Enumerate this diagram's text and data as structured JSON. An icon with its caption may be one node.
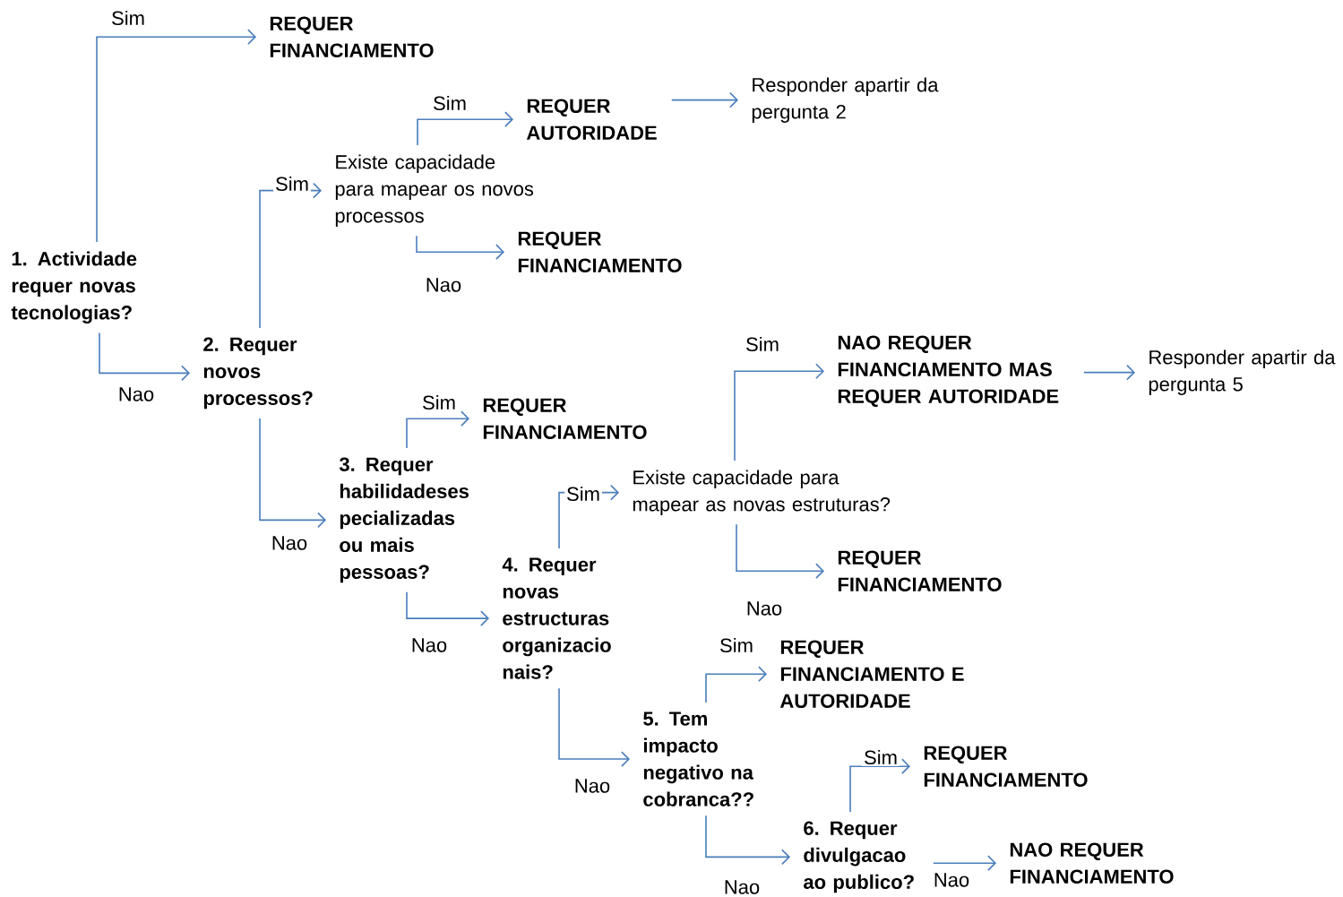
{
  "diagram": {
    "nodes": [
      {
        "text": [
          "1. Actividade requer novas tecnologias?"
        ]
      },
      {
        "text": [
          "REQUER FINANCIAMENTO"
        ]
      },
      {
        "text": [
          "2. Requer novos processos?"
        ]
      },
      {
        "text": [
          "Existe capacidade para mapear os novos processos"
        ]
      },
      {
        "text": [
          "REQUER AUTORIDADE"
        ]
      },
      {
        "text": [
          "Responder apartir da pergunta 2"
        ]
      },
      {
        "text": [
          "REQUER FINANCIAMENTO"
        ]
      },
      {
        "text": [
          "3. Requer habilidadeses pecializadas ou mais pessoas?"
        ]
      },
      {
        "text": [
          "REQUER FINANCIAMENTO"
        ]
      },
      {
        "text": [
          "4. Requer novas estructuras organizacio nais?"
        ]
      },
      {
        "text": [
          "Existe capacidade para mapear as novas estruturas?"
        ]
      },
      {
        "text": [
          "NAO REQUER FINANCIAMENTO MAS REQUER AUTORIDADE"
        ]
      },
      {
        "text": [
          "Responder apartir da pergunta 5"
        ]
      },
      {
        "text": [
          "REQUER FINANCIAMENTO"
        ]
      },
      {
        "text": [
          "5. Tem impacto negativo na cobranca??"
        ]
      },
      {
        "text": [
          "REQUER FINANCIAMENTO E AUTORIDADE"
        ]
      },
      {
        "text": [
          "6. Requer divulgacao ao publico?"
        ]
      },
      {
        "text": [
          "REQUER FINANCIAMENTO"
        ]
      },
      {
        "text": [
          "NAO REQUER FINANCIAMENTO"
        ]
      }
    ],
    "edges": [
      {
        "from": 0,
        "to": 1,
        "arrow": "to",
        "label": "Sim"
      },
      {
        "from": 0,
        "to": 2,
        "arrow": "to",
        "label": "Nao"
      },
      {
        "from": 2,
        "to": 3,
        "arrow": "to",
        "label": "Sim"
      },
      {
        "from": 2,
        "to": 7,
        "arrow": "to",
        "label": "Nao"
      },
      {
        "from": 3,
        "to": 4,
        "arrow": "to",
        "label": "Sim"
      },
      {
        "from": 3,
        "to": 6,
        "arrow": "to",
        "label": "Nao"
      },
      {
        "from": 4,
        "to": 5,
        "arrow": "to"
      },
      {
        "from": 7,
        "to": 8,
        "arrow": "to",
        "label": "Sim"
      },
      {
        "from": 7,
        "to": 9,
        "arrow": "to",
        "label": "Nao"
      },
      {
        "from": 9,
        "to": 10,
        "arrow": "to",
        "label": "Sim"
      },
      {
        "from": 9,
        "to": 14,
        "arrow": "to",
        "label": "Nao"
      },
      {
        "from": 10,
        "to": 11,
        "arrow": "to",
        "label": "Sim"
      },
      {
        "from": 10,
        "to": 13,
        "arrow": "to",
        "label": "Nao"
      },
      {
        "from": 11,
        "to": 12,
        "arrow": "to"
      },
      {
        "from": 14,
        "to": 15,
        "arrow": "to",
        "label": "Sim"
      },
      {
        "from": 14,
        "to": 16,
        "arrow": "to",
        "label": "Nao"
      },
      {
        "from": 16,
        "to": 17,
        "arrow": "to",
        "label": "Sim"
      },
      {
        "from": 16,
        "to": 18,
        "arrow": "to",
        "label": "Nao"
      }
    ]
  }
}
